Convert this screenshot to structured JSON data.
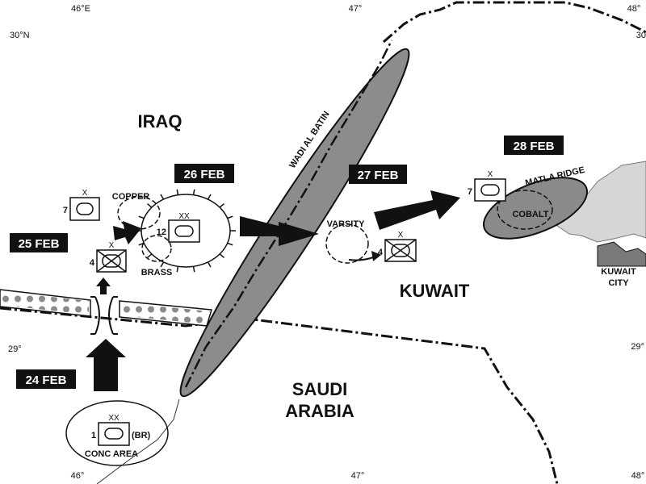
{
  "map": {
    "coordinates": {
      "top_46": "46°E",
      "top_47": "47°",
      "top_48": "48°",
      "top_right_30": "30",
      "left_30": "30°N",
      "left_29": "29°",
      "right_29": "29°",
      "bottom_46": "46°",
      "bottom_47": "47°",
      "bottom_48": "48°"
    },
    "countries": {
      "iraq": "IRAQ",
      "kuwait": "KUWAIT",
      "saudi_line1": "SAUDI",
      "saudi_line2": "ARABIA"
    },
    "dates": {
      "d24": "24 FEB",
      "d25": "25 FEB",
      "d26": "26 FEB",
      "d27": "27 FEB",
      "d28": "28 FEB"
    },
    "objectives": {
      "copper": "COPPER",
      "brass": "BRASS",
      "varsity": "VARSITY",
      "cobalt": "COBALT"
    },
    "terrain": {
      "wadi": "WADI AL BATIN",
      "matla": "MATLA RIDGE"
    },
    "city": {
      "line1": "KUWAIT",
      "line2": "CITY"
    },
    "concentration": {
      "label": "CONC AREA",
      "unit_number": "1",
      "unit_suffix": "(BR)",
      "echelon": "XX"
    },
    "units": {
      "brigade7_west": {
        "number": "7",
        "echelon": "X"
      },
      "division12": {
        "number": "12",
        "echelon": "XX"
      },
      "brigade4_breach": {
        "number": "4",
        "echelon": "X"
      },
      "brigade4_east": {
        "number": "4",
        "echelon": "X"
      },
      "brigade7_east": {
        "number": "7",
        "echelon": "X"
      }
    },
    "colors": {
      "ink": "#111111",
      "wadi_fill": "#8c8c8c",
      "ridge_fill": "#8a8a8a",
      "city_fill": "#d6d6d6",
      "city_core": "#7a7a7a",
      "date_box": "#111111"
    }
  }
}
